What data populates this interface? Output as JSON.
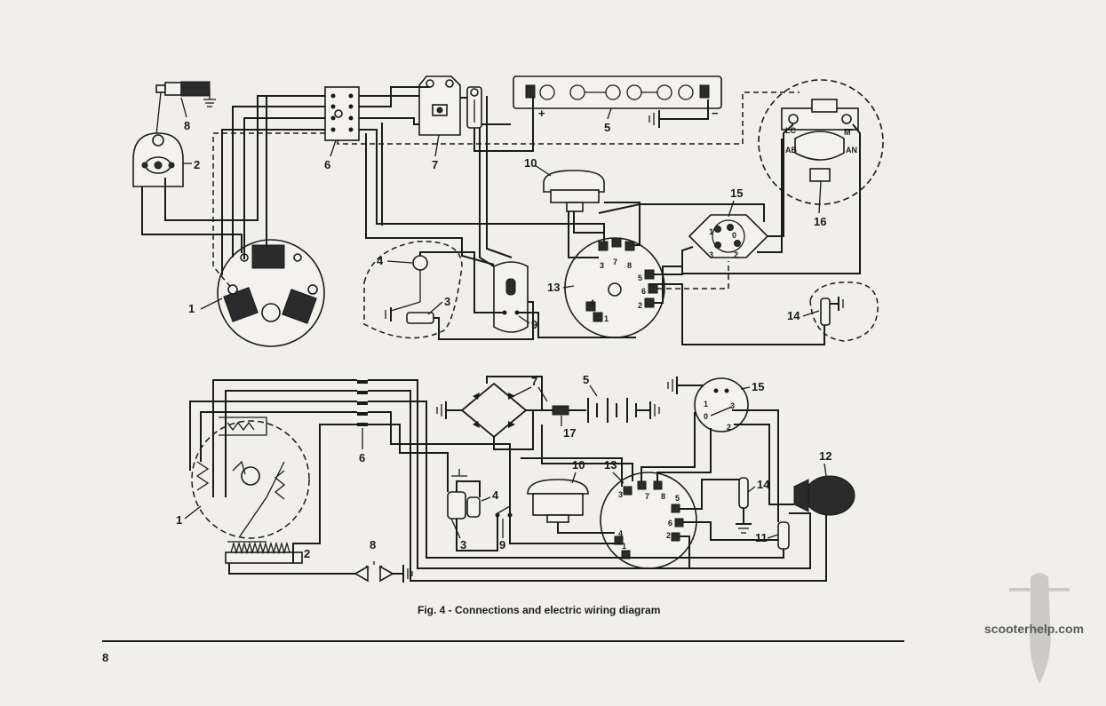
{
  "figure": {
    "caption": "Fig. 4 - Connections and electric wiring diagram",
    "page_number": "8",
    "watermark": "scooterhelp.com"
  },
  "top_labels": {
    "l1": "1",
    "l2": "2",
    "l3": "3",
    "l4": "4",
    "l5": "5",
    "l6": "6",
    "l7": "7",
    "l8": "8",
    "l9": "9",
    "l10": "10",
    "l13": "13",
    "l14": "14",
    "l15": "15",
    "l16": "16",
    "battery_plus": "+",
    "battery_minus": "−"
  },
  "regulator_terminals": {
    "lc": "LC",
    "m": "M",
    "ab": "AB",
    "an": "AN"
  },
  "switch13_terminals": [
    "3",
    "7",
    "8",
    "5",
    "6",
    "2",
    "4",
    "1"
  ],
  "switch15_terminals": [
    "1",
    "0",
    "3",
    "2"
  ],
  "bottom_labels": {
    "l1": "1",
    "l2": "2",
    "l3": "3",
    "l4": "4",
    "l5": "5",
    "l6": "6",
    "l7": "7",
    "l8": "8",
    "l9": "9",
    "l10": "10",
    "l11": "11",
    "l12": "12",
    "l13": "13",
    "l14": "14",
    "l15": "15",
    "l17": "17"
  },
  "bottom_switch15_terminals": [
    "1",
    "0",
    "3",
    "2"
  ],
  "bottom_switch13_terminals": [
    "3",
    "7",
    "8",
    "5",
    "6",
    "2",
    "4",
    "1"
  ]
}
